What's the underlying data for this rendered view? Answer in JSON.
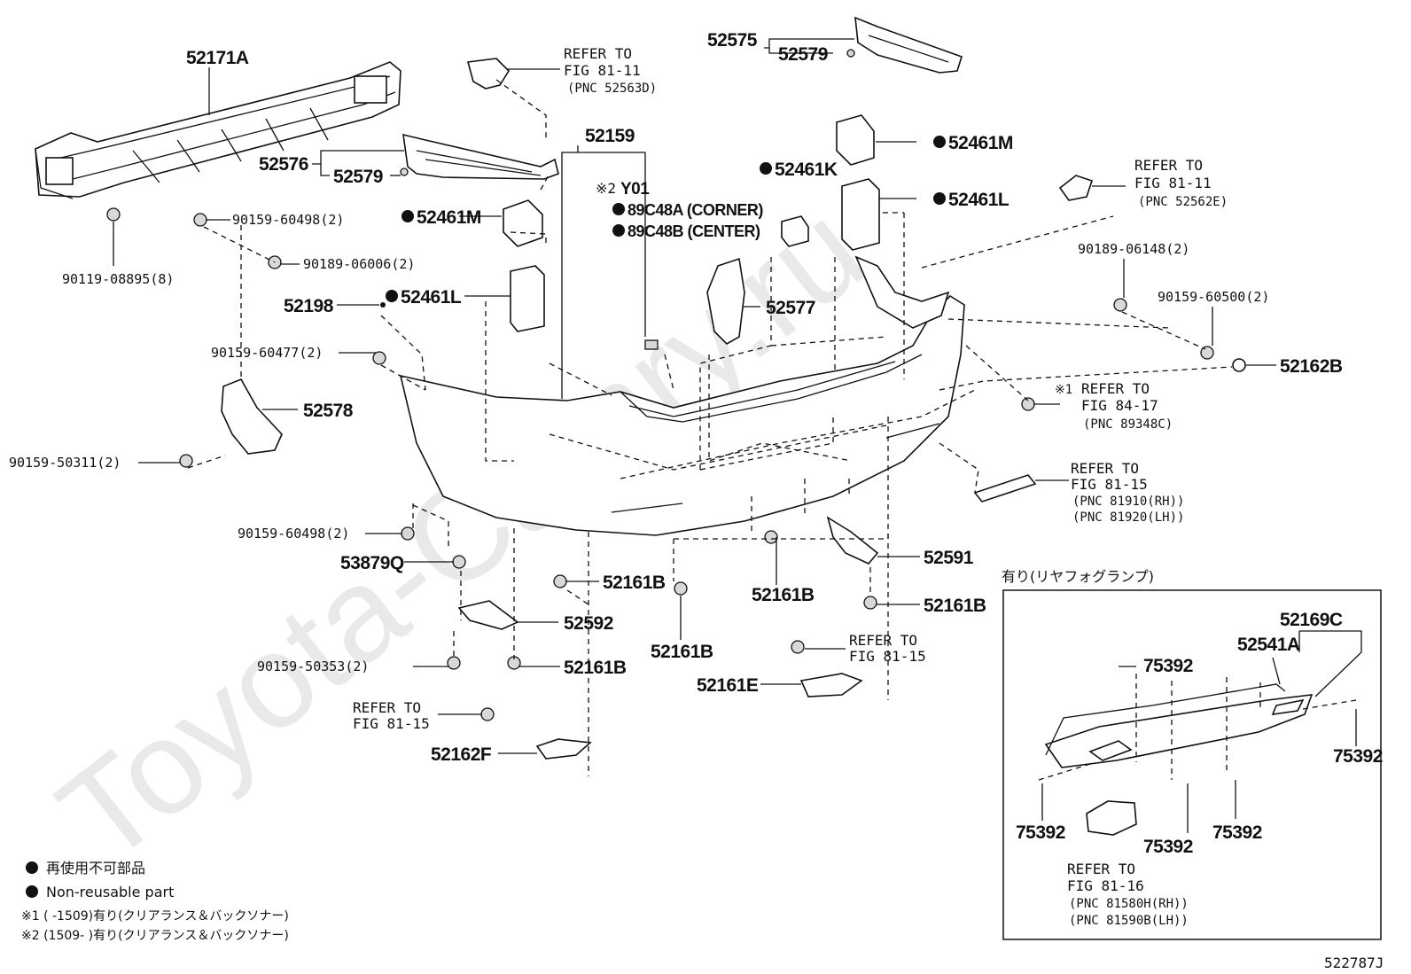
{
  "watermark": "Toyota-Camry.ru",
  "parts": {
    "reinforcement": "52171A",
    "cover": "52159",
    "retainer_upper_l": "52576",
    "retainer_upper_r": "52575",
    "clip_l": "52579",
    "clip_r": "52579",
    "bracket_center": "52577",
    "bracket_side": "52578",
    "clip_52198": "52198",
    "pad_m_left": "52461M",
    "pad_l_left": "52461L",
    "pad_m_right": "52461M",
    "pad_l_right": "52461L",
    "pad_k": "52461K",
    "bracket_52591": "52591",
    "bracket_52592": "52592",
    "clip_52162b": "52162B",
    "bracket_52162f": "52162F",
    "bracket_52161e": "52161E",
    "clip_53879q": "53879Q",
    "clip_52161b_1": "52161B",
    "clip_52161b_2": "52161B",
    "clip_52161b_3": "52161B",
    "clip_52161b_4": "52161B",
    "clip_52161b_5": "52161B"
  },
  "fasteners": {
    "f1": "90159-60498(2)",
    "f2": "90189-06006(2)",
    "f3": "90119-08895(8)",
    "f4": "90159-60477(2)",
    "f5": "90159-50311(2)",
    "f6": "90159-60498(2)",
    "f7": "90159-50353(2)",
    "f8": "90189-06148(2)",
    "f9": "90159-60500(2)"
  },
  "sensors": {
    "mark2": "※2",
    "y01": "Y01",
    "corner": "89C48A (CORNER)",
    "center": "89C48B (CENTER)"
  },
  "refs": {
    "r1": [
      "REFER TO",
      "FIG 81-11",
      "(PNC 52563D)"
    ],
    "r2": [
      "REFER TO",
      "FIG 81-11",
      "(PNC 52562E)"
    ],
    "r3": [
      "REFER TO",
      "FIG 84-17",
      "(PNC 89348C)"
    ],
    "r3_mark": "※1",
    "r4": [
      "REFER TO",
      "FIG 81-15",
      "(PNC 81910(RH))",
      "(PNC 81920(LH))"
    ],
    "r5": [
      "REFER TO",
      "FIG 81-15"
    ],
    "r6": [
      "REFER TO",
      "FIG 81-15"
    ],
    "r7": [
      "REFER TO",
      "FIG 81-16",
      "(PNC 81580H(RH))",
      "(PNC 81590B(LH))"
    ]
  },
  "inset": {
    "title": "有り(リヤフォグランプ)",
    "p1": "52169C",
    "p2": "52541A",
    "c1": "75392",
    "c2": "75392",
    "c3": "75392",
    "c4": "75392",
    "c5": "75392"
  },
  "legend": {
    "jp": "再使用不可部品",
    "en": "Non-reusable part",
    "n1": "※1 (     -1509)有り(クリアランス＆バックソナー)",
    "n2": "※2 (1509-     )有り(クリアランス＆バックソナー)"
  },
  "figure_id": "522787J"
}
